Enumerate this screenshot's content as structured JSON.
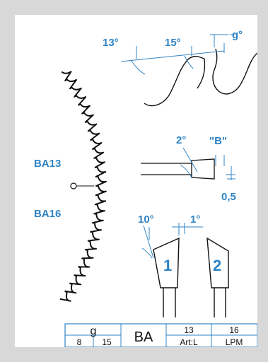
{
  "colors": {
    "accent": "#2f83c4",
    "ink": "#111111",
    "frame": "#d8d8d8",
    "paper": "#ffffff"
  },
  "blade": {
    "label_top": "BA13",
    "label_bottom": "BA16"
  },
  "angles": {
    "top_left": "13°",
    "top_right": "15°",
    "top_g": "g°",
    "mid_left": "2°",
    "mid_b": "\"B\"",
    "mid_depth": "0,5",
    "bottom_left": "10°",
    "bottom_right": "1°"
  },
  "teeth": {
    "one": "1",
    "two": "2"
  },
  "table": {
    "g_header": "g",
    "g_values": [
      "8",
      "15"
    ],
    "type": "BA",
    "col3_top": "13",
    "col3_bottom": "Art:L",
    "col4_top": "16",
    "col4_bottom": "LPM"
  }
}
